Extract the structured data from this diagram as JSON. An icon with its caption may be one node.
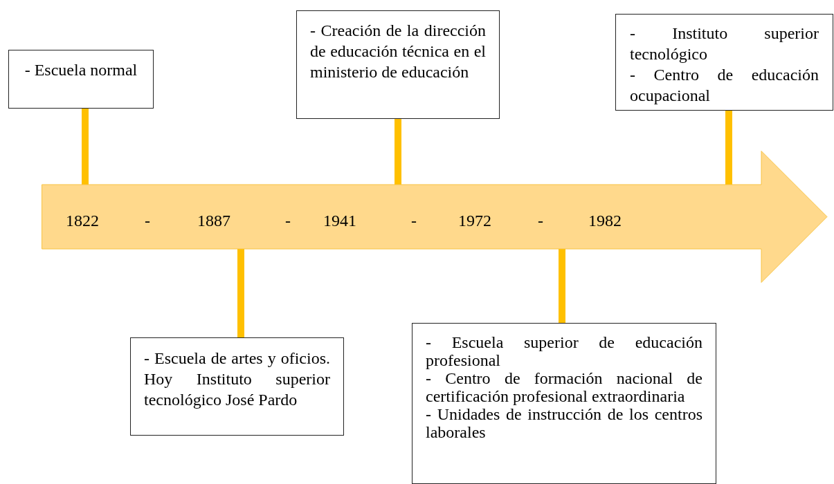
{
  "diagram": {
    "nodes": [
      {
        "text": [
          "- Escuela normal"
        ]
      },
      {
        "text": [
          "- Creación de la dirección de educación técnica en el ministerio de educación"
        ]
      },
      {
        "text": [
          "- Instituto superior tecnológico",
          "- Centro de educación ocupacional"
        ]
      },
      {
        "text": [
          "1822",
          "-",
          "1887",
          "-",
          "1941",
          "-",
          "1972",
          "-",
          "1982"
        ]
      },
      {
        "text": [
          "- Escuela de artes y oficios. Hoy Instituto superior tecnológico José Pardo"
        ]
      },
      {
        "text": [
          "- Escuela superior de educación profesional",
          "- Centro de formación nacional de certificación profesional extraordinaria",
          "- Unidades de instrucción de los centros laborales"
        ]
      }
    ],
    "edges": [
      {
        "from": 0,
        "to": 3,
        "arrow": "none"
      },
      {
        "from": 1,
        "to": 3,
        "arrow": "none"
      },
      {
        "from": 2,
        "to": 3,
        "arrow": "none"
      },
      {
        "from": 4,
        "to": 3,
        "arrow": "none"
      },
      {
        "from": 5,
        "to": 3,
        "arrow": "none"
      }
    ]
  }
}
